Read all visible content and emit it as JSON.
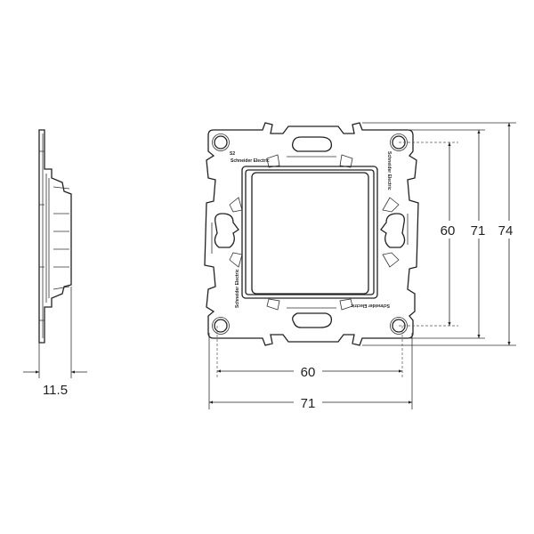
{
  "dimensions": {
    "side_depth": "11.5",
    "inner_width": "60",
    "outer_width": "71",
    "inner_height": "60",
    "outer_height": "71",
    "overall_height": "74"
  },
  "frame_markings": {
    "brand": "Schneider Electric",
    "code": "S2"
  }
}
